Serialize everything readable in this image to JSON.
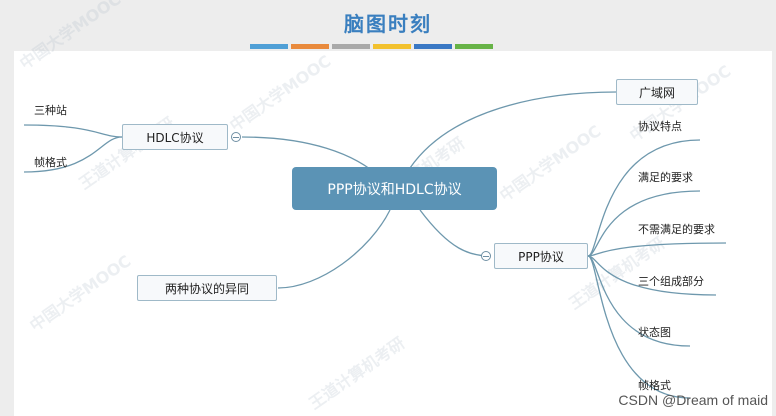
{
  "header": {
    "title": "脑图时刻",
    "accent_colors": [
      "#4f9fd6",
      "#e98a3c",
      "#a9a9a9",
      "#f2c12e",
      "#3a78c4",
      "#67b347"
    ]
  },
  "mindmap": {
    "central": "PPP协议和HDLC协议",
    "hdlc": {
      "label": "HDLC协议",
      "children": [
        "三种站",
        "帧格式"
      ]
    },
    "compare": "两种协议的异同",
    "wan": "广域网",
    "ppp": {
      "label": "PPP协议",
      "children": [
        "协议特点",
        "满足的要求",
        "不需满足的要求",
        "三个组成部分",
        "状态图",
        "帧格式"
      ]
    },
    "line_color": "#6e98ad",
    "central_color": "#5b93b5"
  },
  "watermark": {
    "brand": "王道计算机考研",
    "mooc": "中国大学MOOC"
  },
  "footer": {
    "credit": "CSDN @Dream of maid"
  }
}
